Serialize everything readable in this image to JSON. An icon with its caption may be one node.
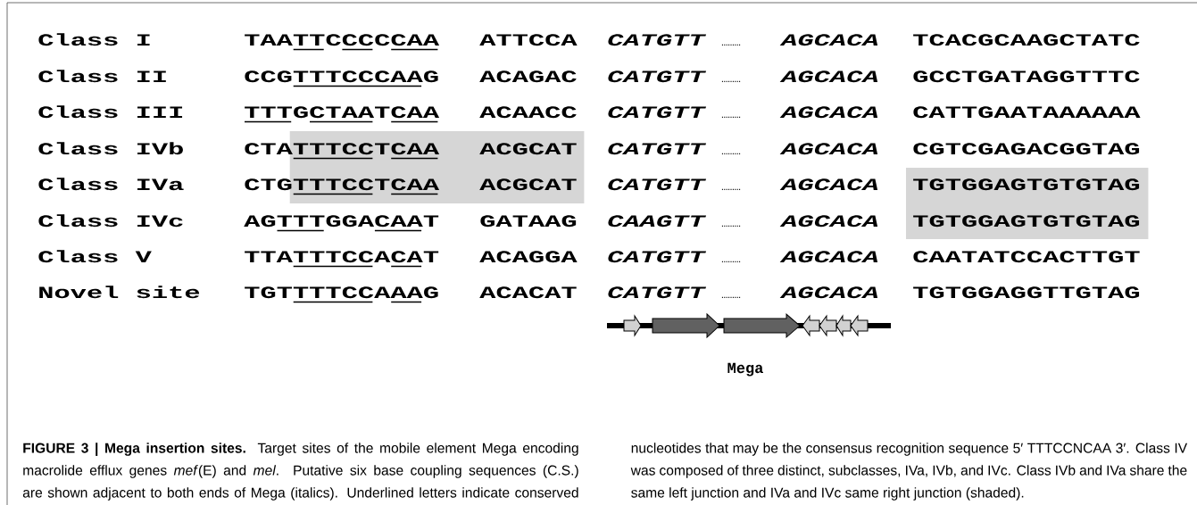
{
  "diagram": {
    "caption": "**FIGURE 3 | Mega insertion sites.** Target sites of the mobile element Mega encoding macrolide efflux genes *mef*(E) and *mel*. Putative six base coupling sequences (C.S.) are shown adjacent to both ends of Mega (italics). Underlined letters indicate conserved nucleotides that may be the consensus recognition sequence 5′ TTTCCNCAA 3′. Class IV was composed of three distinct, subclasses, IVa, IVb, and IVc. Class IVb and IVa share the same left junction and IVa and IVc same right junction (shaded).",
    "labels": [
      "Class I",
      "TAATTCCCCCAA",
      "ATTCCA",
      "CATGTT",
      "………",
      "AGCACA",
      "TCACGCAAGCTATC",
      "Class II",
      "CCGTTTCCCAAG",
      "ACAGAC",
      "CATGTT",
      "………",
      "AGCACA",
      "GCCTGATAGGTTTC",
      "Class III",
      "TTTGCTAATCAA",
      "ACAACC",
      "CATGTT",
      "………",
      "AGCACA",
      "CATTGAATAAAAAA",
      "Class IVb",
      "CTATTTCCTCAA",
      "ACGCAT",
      "CATGTT",
      "………",
      "AGCACA",
      "CGTCGAGACGGTAG",
      "Class IVa",
      "CTGTTTCCTCAA",
      "ACGCAT",
      "CATGTT",
      "………",
      "AGCACA",
      "TGTGGAGTGTGTAG",
      "Class IVc",
      "AGTTTGGACAAT",
      "GATAAG",
      "CAAGTT",
      "………",
      "AGCACA",
      "TGTGGAGTGTGTAG",
      "Class V",
      "TTATTTCCACAT",
      "ACAGGA",
      "CATGTT",
      "………",
      "AGCACA",
      "CAATATCCACTTGT",
      "Novel site",
      "TGTTTTCCAAAG",
      "ACACAT",
      "CATGTT",
      "………",
      "AGCACA",
      "TGTGGAGGTTGTAG",
      "Mega"
    ]
  }
}
